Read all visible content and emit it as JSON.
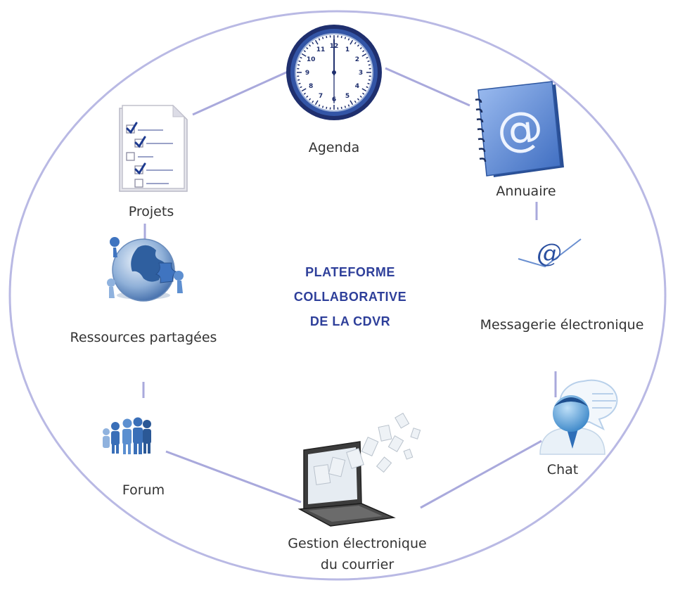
{
  "title_lines": [
    "PLATEFORME",
    "COLLABORATIVE",
    "DE LA CDVR"
  ],
  "nodes": {
    "agenda": {
      "label": "Agenda",
      "icon": "clock-icon"
    },
    "annuaire": {
      "label": "Annuaire",
      "icon": "address-book-icon"
    },
    "messagerie": {
      "label": "Messagerie électronique",
      "icon": "email-at-icon"
    },
    "chat": {
      "label": "Chat",
      "icon": "chat-user-icon"
    },
    "gestion": {
      "label_line1": "Gestion électronique",
      "label_line2": "du courrier",
      "icon": "laptop-documents-icon"
    },
    "forum": {
      "label": "Forum",
      "icon": "people-group-icon"
    },
    "ressources": {
      "label": "Ressources partagées",
      "icon": "globe-puzzle-icon"
    },
    "projets": {
      "label": "Projets",
      "icon": "checklist-icon"
    }
  },
  "clock_numbers": [
    "12",
    "1",
    "2",
    "3",
    "4",
    "5",
    "6",
    "7",
    "8",
    "9",
    "10",
    "11"
  ],
  "colors": {
    "ring": "#b9b9e4",
    "connector": "#a9a9dc",
    "title": "#2e3f9a",
    "icon_blue": "#4a78c2",
    "icon_dark": "#243c78"
  }
}
